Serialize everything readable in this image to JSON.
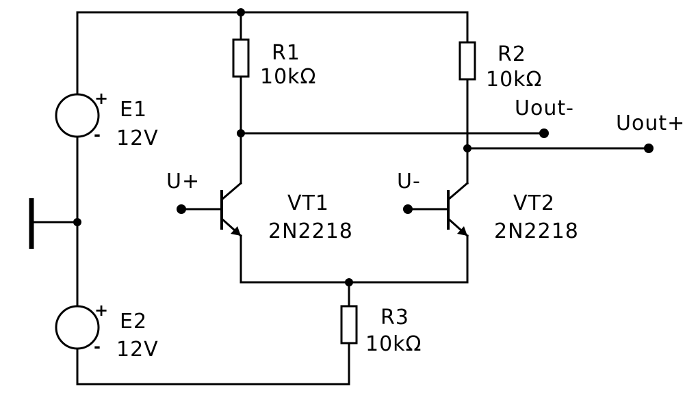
{
  "components": {
    "r1": {
      "name": "R1",
      "value": "10kΩ"
    },
    "r2": {
      "name": "R2",
      "value": "10kΩ"
    },
    "r3": {
      "name": "R3",
      "value": "10kΩ"
    },
    "e1": {
      "name": "E1",
      "value": "12V"
    },
    "e2": {
      "name": "E2",
      "value": "12V"
    },
    "vt1": {
      "name": "VT1",
      "model": "2N2218"
    },
    "vt2": {
      "name": "VT2",
      "model": "2N2218"
    }
  },
  "terminals": {
    "u_plus": "U+",
    "u_minus": "U-",
    "uout_minus": "Uout-",
    "uout_plus": "Uout+"
  },
  "polarity": {
    "plus": "+",
    "minus": "-"
  }
}
